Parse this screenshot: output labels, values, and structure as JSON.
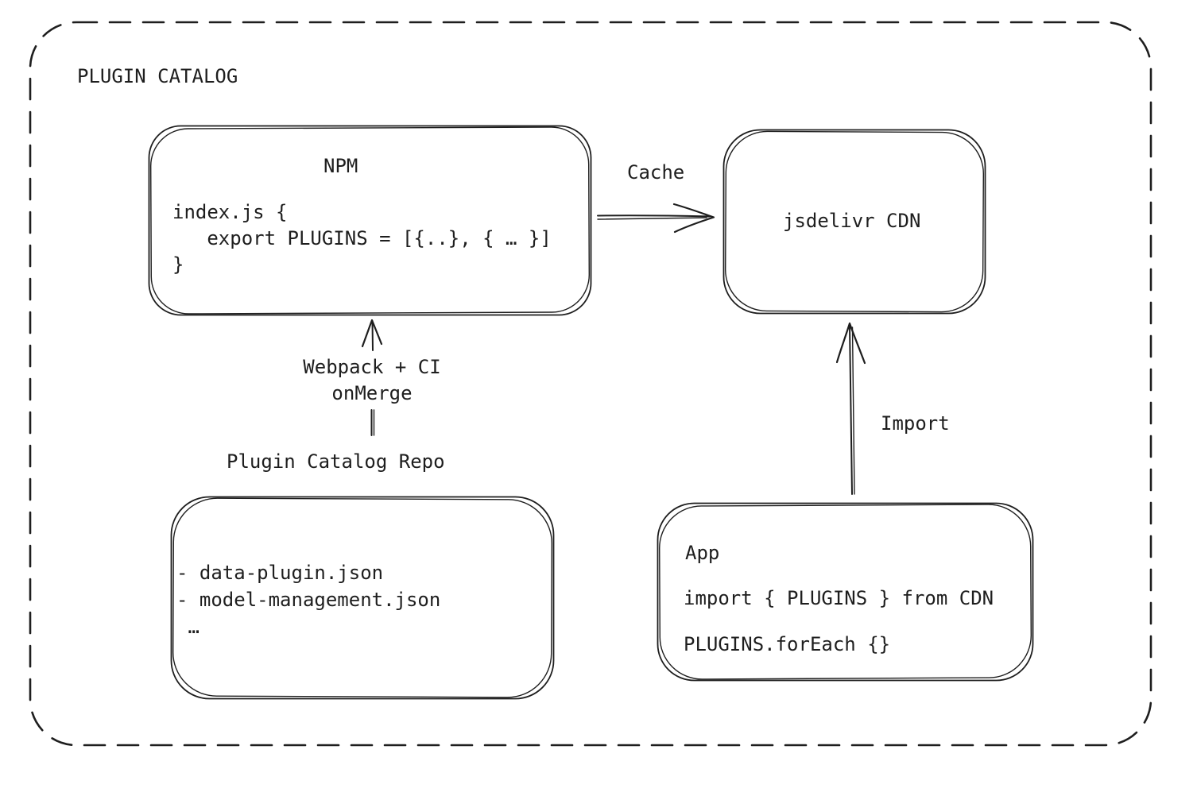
{
  "canvas": {
    "background": "#ffffff",
    "stroke_color": "#1e1e1e"
  },
  "frame": {
    "title": "PLUGIN CATALOG"
  },
  "nodes": {
    "npm": {
      "title": "NPM",
      "code": "index.js {\n   export PLUGINS = [{..}, { … }]\n}"
    },
    "jsdelivr": {
      "label": "jsdelivr CDN"
    },
    "repo": {
      "title": "Plugin Catalog Repo",
      "files": "- data-plugin.json\n- model-management.json\n …"
    },
    "app": {
      "title": "App",
      "code_line_1": "import { PLUGINS } from CDN",
      "code_line_2": "PLUGINS.forEach {}"
    }
  },
  "edges": {
    "cache": {
      "label": "Cache",
      "from": "npm",
      "to": "jsdelivr"
    },
    "build": {
      "label": "Webpack + CI\nonMerge",
      "from": "repo",
      "to": "npm"
    },
    "import": {
      "label": "Import",
      "from": "app",
      "to": "jsdelivr"
    }
  }
}
